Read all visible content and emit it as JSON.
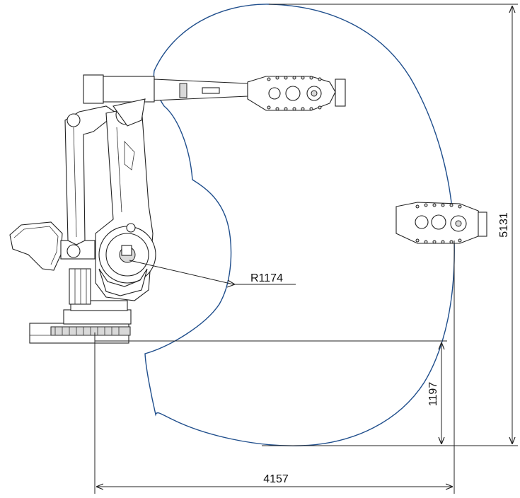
{
  "diagram": {
    "envelope_color": "#1f4e8c",
    "line_color": "#222222",
    "labels": {
      "radius": "R1174",
      "height_total": "5131",
      "height_below_base": "1197",
      "reach_horizontal": "4157"
    }
  }
}
